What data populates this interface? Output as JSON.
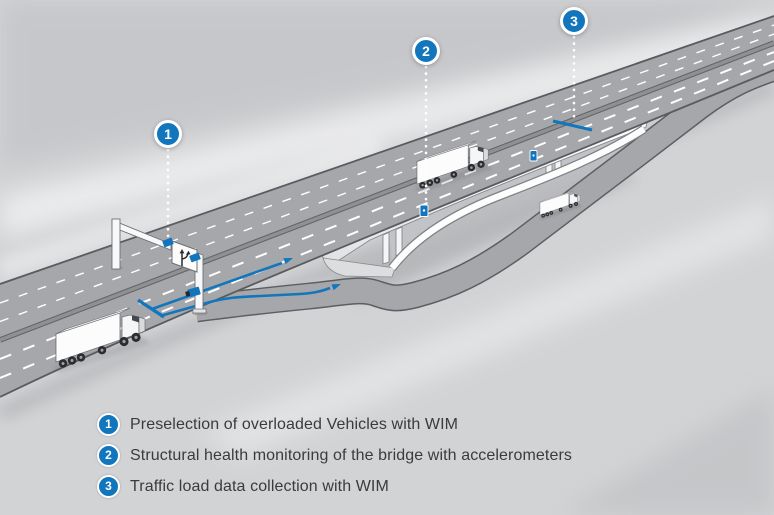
{
  "colors": {
    "accent_blue": "#1276bd",
    "background_gray": "#d2d3d5",
    "road_gray": "#a5a7aa",
    "bridge_white": "#f7f8f9",
    "legend_text": "#3a3b3d"
  },
  "markers": [
    {
      "number": "1"
    },
    {
      "number": "2"
    },
    {
      "number": "3"
    }
  ],
  "legend": {
    "items": [
      {
        "number": "1",
        "label": "Preselection of overloaded Vehicles with WIM"
      },
      {
        "number": "2",
        "label": "Structural health monitoring of the bridge with accelerometers"
      },
      {
        "number": "3",
        "label": "Traffic load data collection with WIM"
      }
    ]
  }
}
